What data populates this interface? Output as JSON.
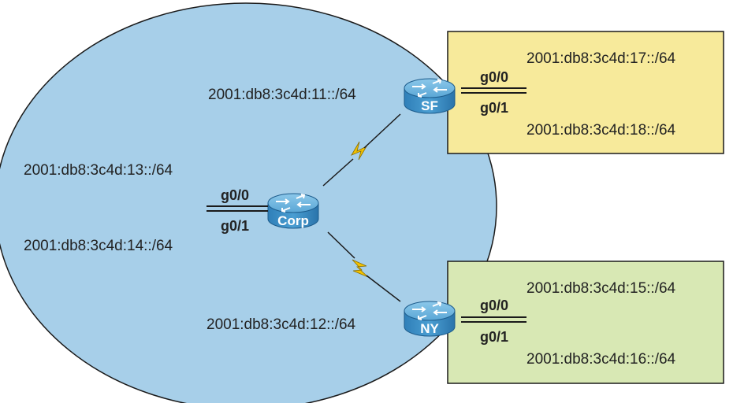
{
  "colors": {
    "ellipse_fill": "#a7cfe9",
    "sf_box": "#f7ea9b",
    "ny_box": "#d8e8b4",
    "router_body": "#3a8fc6",
    "serial_link": "#f2c200",
    "line": "#1a1a1a"
  },
  "routers": {
    "sf": {
      "name": "SF",
      "icon": "router-icon"
    },
    "corp": {
      "name": "Corp",
      "icon": "router-icon"
    },
    "ny": {
      "name": "NY",
      "icon": "router-icon"
    }
  },
  "interfaces": {
    "sf_g00": "g0/0",
    "sf_g01": "g0/1",
    "corp_g00": "g0/0",
    "corp_g01": "g0/1",
    "ny_g00": "g0/0",
    "ny_g01": "g0/1"
  },
  "networks": {
    "corp_sf_link": "2001:db8:3c4d:11::/64",
    "corp_ny_link": "2001:db8:3c4d:12::/64",
    "corp_g00": "2001:db8:3c4d:13::/64",
    "corp_g01": "2001:db8:3c4d:14::/64",
    "ny_g00": "2001:db8:3c4d:15::/64",
    "ny_g01": "2001:db8:3c4d:16::/64",
    "sf_g00": "2001:db8:3c4d:17::/64",
    "sf_g01": "2001:db8:3c4d:18::/64"
  }
}
